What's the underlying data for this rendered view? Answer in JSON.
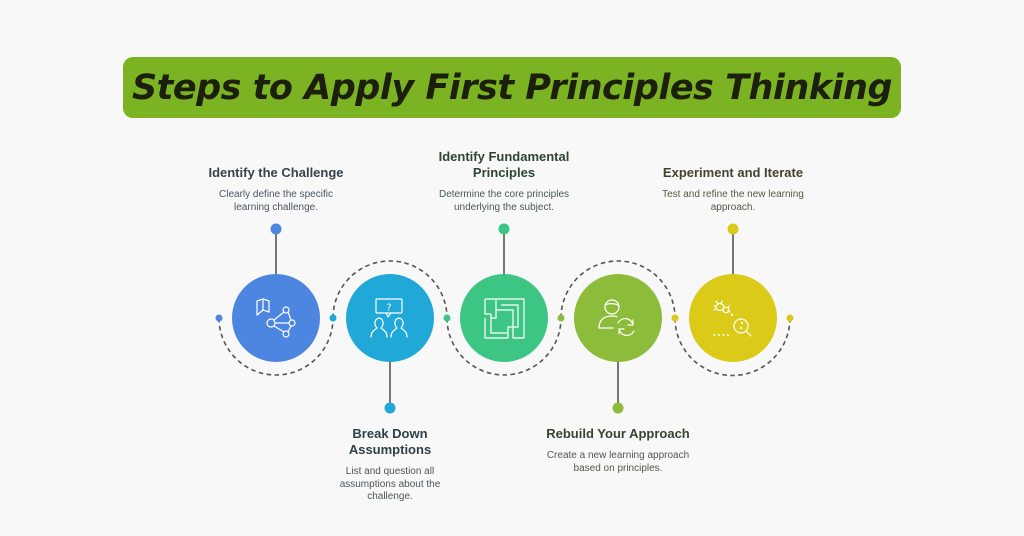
{
  "title": "Steps to Apply First Principles Thinking",
  "colors": {
    "background": "#f8f8f8",
    "banner": "#7cb322",
    "banner_text": "#1b1f0c",
    "connector": "#555555",
    "dashed_path": "#555555"
  },
  "steps": [
    {
      "order": 1,
      "title": "Identify the Challenge",
      "description": "Clearly define the specific learning challenge.",
      "description_lines": [
        "Clearly define the specific",
        "learning challenge."
      ],
      "position": "top",
      "color": "#4d86e0",
      "icon": "book-network-icon"
    },
    {
      "order": 2,
      "title": "Break Down Assumptions",
      "title_lines": [
        "Break Down",
        "Assumptions"
      ],
      "description": "List and question all assumptions about the challenge.",
      "description_lines": [
        "List and question all",
        "assumptions about the",
        "challenge."
      ],
      "position": "bottom",
      "color": "#1fa8d8",
      "icon": "people-question-icon"
    },
    {
      "order": 3,
      "title": "Identify Fundamental Principles",
      "title_lines": [
        "Identify Fundamental",
        "Principles"
      ],
      "description": "Determine the core principles underlying the subject.",
      "description_lines": [
        "Determine the core principles",
        "underlying the subject."
      ],
      "position": "top",
      "color": "#3cc583",
      "icon": "foundation-blocks-icon"
    },
    {
      "order": 4,
      "title": "Rebuild Your Approach",
      "description": "Create a new learning approach based on principles.",
      "description_lines": [
        "Create a new learning approach",
        "based on principles."
      ],
      "position": "bottom",
      "color": "#8dbb3a",
      "icon": "person-refresh-icon"
    },
    {
      "order": 5,
      "title": "Experiment and Iterate",
      "description": "Test and refine the new learning approach.",
      "description_lines": [
        "Test and refine the new learning",
        "approach."
      ],
      "position": "top",
      "color": "#dcca18",
      "icon": "bug-search-icon"
    }
  ]
}
